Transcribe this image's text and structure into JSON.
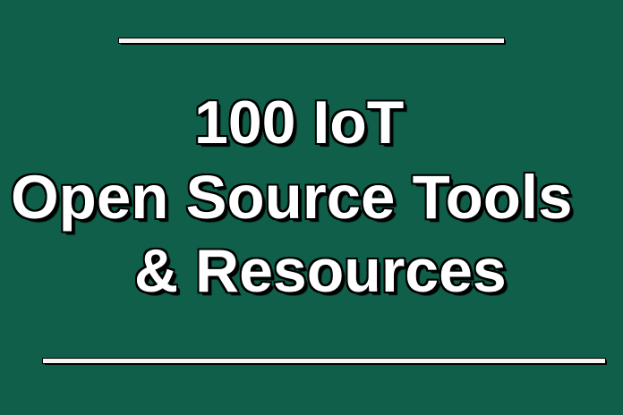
{
  "title": {
    "line1": "100 IoT",
    "line2": "Open Source Tools",
    "line3": "& Resources"
  },
  "colors": {
    "background": "#0f5f4b",
    "text": "#ffffff",
    "outline": "#000000",
    "rule": "#f4f4f4"
  }
}
